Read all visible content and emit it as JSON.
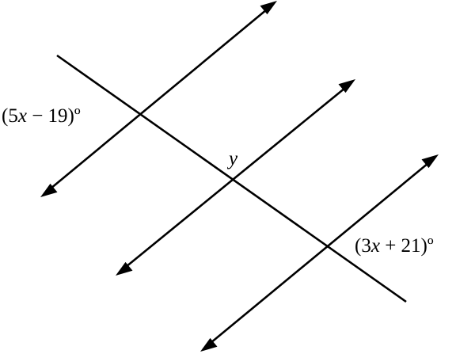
{
  "diagram": {
    "labels": {
      "angle_left": {
        "pre": "(5",
        "var": "x",
        "post": " − 19)º"
      },
      "angle_middle": {
        "var": "y"
      },
      "angle_right": {
        "pre": "(3",
        "var": "x",
        "post": " + 21)º"
      }
    },
    "colors": {
      "stroke": "#000000",
      "background": "#ffffff"
    }
  }
}
